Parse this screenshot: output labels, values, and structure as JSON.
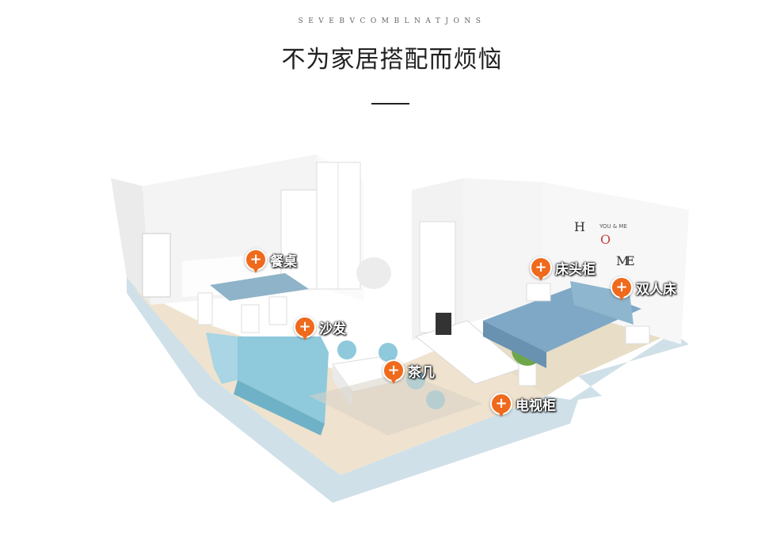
{
  "header": {
    "subtitle": "SEVEBVCOMBLNATJONS",
    "title": "不为家居搭配而烦恼"
  },
  "hotspots": [
    {
      "label": "餐桌"
    },
    {
      "label": "床头柜"
    },
    {
      "label": "双人床"
    },
    {
      "label": "沙发"
    },
    {
      "label": "茶几"
    },
    {
      "label": "电视柜"
    }
  ],
  "wall_art": {
    "letters": "HOME",
    "sign": "YOU & ME"
  },
  "colors": {
    "accent": "#ef6a1c",
    "sofa": "#8ec9dc",
    "bed": "#7fa8c6",
    "wall": "#f2f2f2",
    "floor": "#efe3cf"
  },
  "icons": {
    "hotspot": "plus-circle-icon"
  }
}
